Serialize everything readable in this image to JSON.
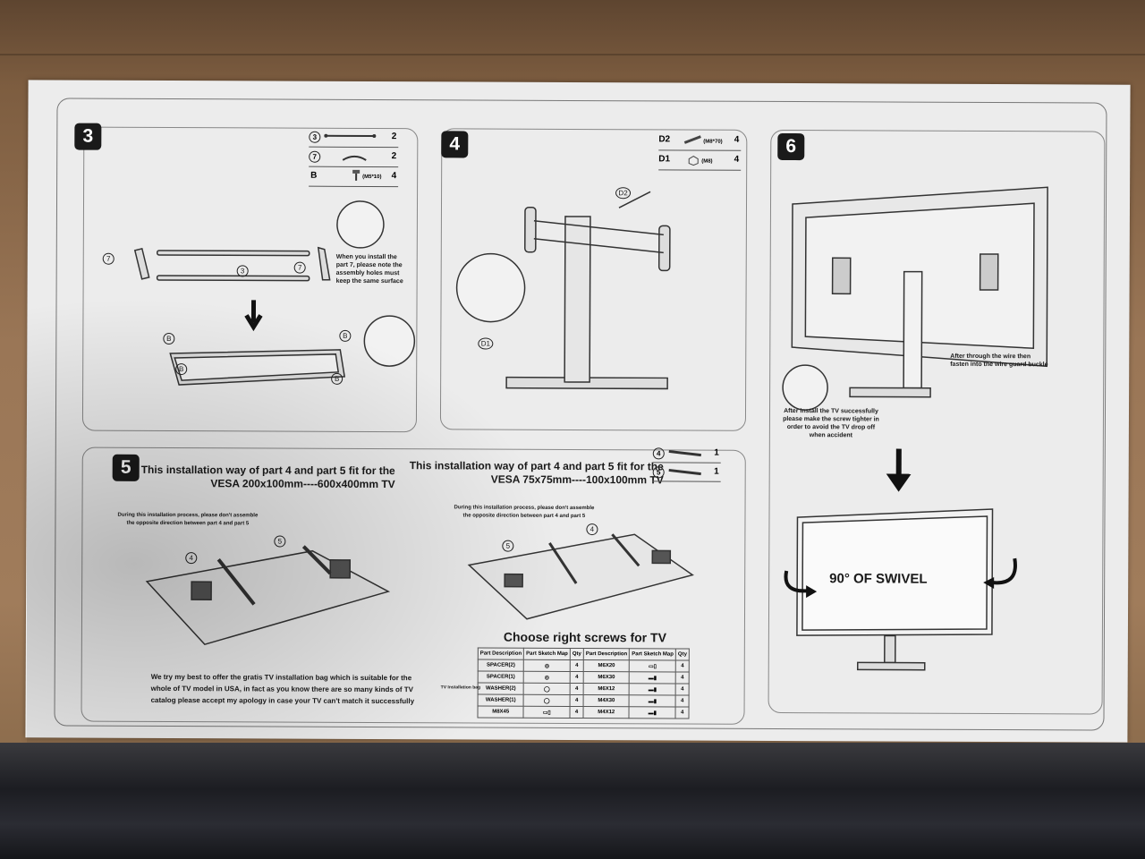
{
  "panel3": {
    "badge": "3",
    "parts": [
      {
        "id": "3",
        "qty": "2"
      },
      {
        "id": "7",
        "qty": "2"
      },
      {
        "id": "B",
        "spec": "(M5*10)",
        "qty": "4"
      }
    ],
    "callouts": {
      "p7a": "7",
      "p3": "3",
      "p7b": "7",
      "b1": "B",
      "b2": "B",
      "b3": "B",
      "b4": "B"
    },
    "note": "When you install the part 7, please note the assembly holes must keep the same surface"
  },
  "panel4": {
    "badge": "4",
    "parts": [
      {
        "id": "D2",
        "spec": "(M8*70)",
        "qty": "4"
      },
      {
        "id": "D1",
        "spec": "(M8)",
        "qty": "4"
      }
    ],
    "callouts": {
      "d2": "D2",
      "d1": "D1"
    }
  },
  "panel6": {
    "badge": "6",
    "wire_note": "After through the wire then fasten into the wire guard buckle",
    "tighten_note": "After install the TV successfully please make the screw tighter in order to avoid the TV drop off when accident",
    "swivel": "90° OF SWIVEL"
  },
  "panel5": {
    "badge": "5",
    "left_title_1": "This installation way of part 4 and part 5 fit for the",
    "left_title_2": "VESA 200x100mm----600x400mm TV",
    "left_note_1": "During this installation process, please don't assemble",
    "left_note_2": "the opposite direction between part 4 and part 5",
    "right_title_1": "This installation way of part 4 and part 5 fit for the",
    "right_title_2": "VESA 75x75mm----100x100mm TV",
    "right_note_1": "During this installation process, please don't assemble",
    "right_note_2": "the opposite direction between part 4 and part 5",
    "parts": [
      {
        "id": "4",
        "qty": "1"
      },
      {
        "id": "5",
        "qty": "1"
      }
    ],
    "callouts": {
      "l4": "4",
      "l5": "5",
      "r4": "4",
      "r5": "5"
    },
    "apology": "We try my best to offer the gratis TV installation bag which is suitable for the whole of TV model in USA, in fact as you know there are so many kinds of TV catalog please accept my apology in case your TV can't match it successfully",
    "screws_title": "Choose right screws for TV",
    "bag_label": "TV Installation bag",
    "table_headers": [
      "Part Description",
      "Part Sketch Map",
      "Qty",
      "Part Description",
      "Part Sketch Map",
      "Qty"
    ],
    "table_rows": [
      [
        "SPACER(2)",
        "4",
        "M6X20",
        "4"
      ],
      [
        "SPACER(1)",
        "4",
        "M6X30",
        "4"
      ],
      [
        "WASHER(2)",
        "4",
        "M6X12",
        "4"
      ],
      [
        "WASHER(1)",
        "4",
        "M4X30",
        "4"
      ],
      [
        "M8X45",
        "4",
        "M4X12",
        "4"
      ]
    ]
  }
}
